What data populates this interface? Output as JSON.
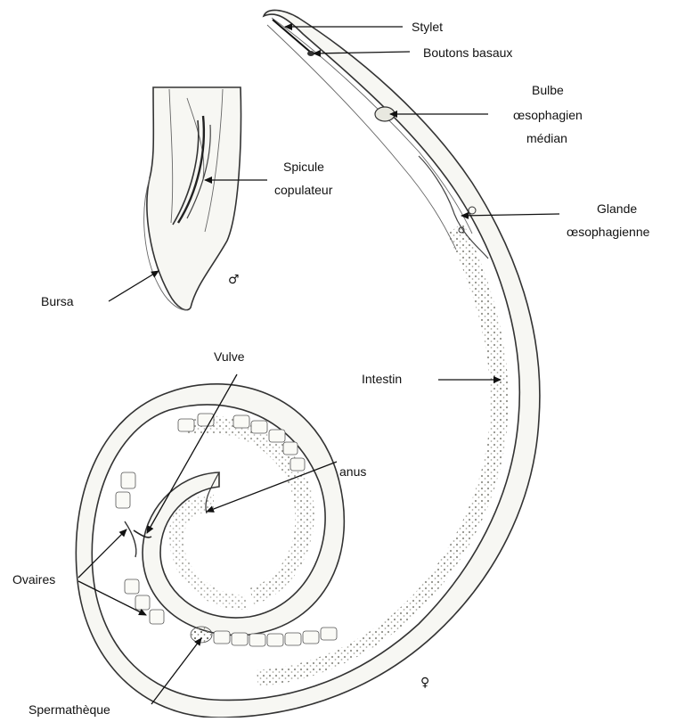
{
  "labels": {
    "stylet": "Stylet",
    "boutons_basaux": "Boutons basaux",
    "bulbe_line1": "Bulbe",
    "bulbe_line2": "œsophagien",
    "bulbe_line3": "médian",
    "spicule_line1": "Spicule",
    "spicule_line2": "copulateur",
    "glande_line1": "Glande",
    "glande_line2": "œsophagienne",
    "bursa": "Bursa",
    "vulve": "Vulve",
    "intestin": "Intestin",
    "anus": "anus",
    "ovaires": "Ovaires",
    "spermatheque": "Spermathèque"
  },
  "symbols": {
    "male": "♂",
    "female": "♀"
  }
}
